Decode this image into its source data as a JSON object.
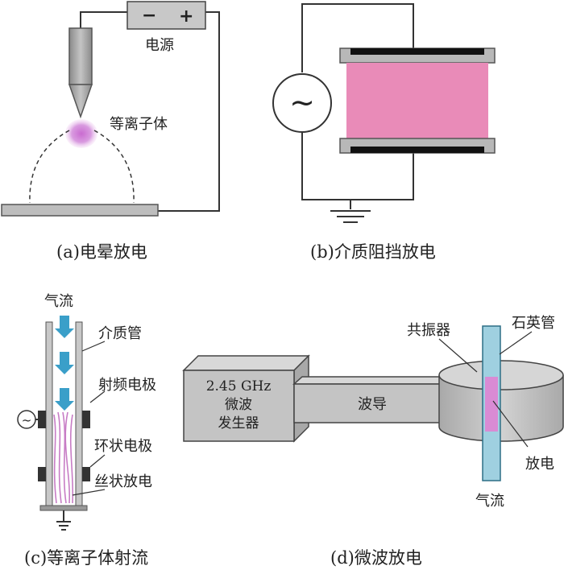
{
  "panel_a": {
    "power_label": "电源",
    "minus": "−",
    "plus": "+",
    "plasma_label": "等离子体",
    "caption": "(a)电晕放电"
  },
  "panel_b": {
    "ac_symbol": "~",
    "caption": "(b)介质阻挡放电"
  },
  "panel_c": {
    "gas_flow": "气流",
    "dielectric_tube": "介质管",
    "rf_electrode": "射频电极",
    "ring_electrode": "环状电极",
    "filament_discharge": "丝状放电",
    "ac_symbol": "~",
    "caption": "(c)等离子体射流"
  },
  "panel_d": {
    "generator_line1": "2.45 GHz",
    "generator_line2": "微波",
    "generator_line3": "发生器",
    "waveguide": "波导",
    "resonator": "共振器",
    "quartz_tube": "石英管",
    "discharge": "放电",
    "gas_flow": "气流",
    "caption": "(d)微波放电"
  },
  "colors": {
    "plasma_pink": "#e98bb8",
    "electrode_gray": "#b8b8b8",
    "tube_blue": "#9fd0e0",
    "arrow_blue": "#3a9fc9",
    "box_gray": "#c4c4c4"
  }
}
